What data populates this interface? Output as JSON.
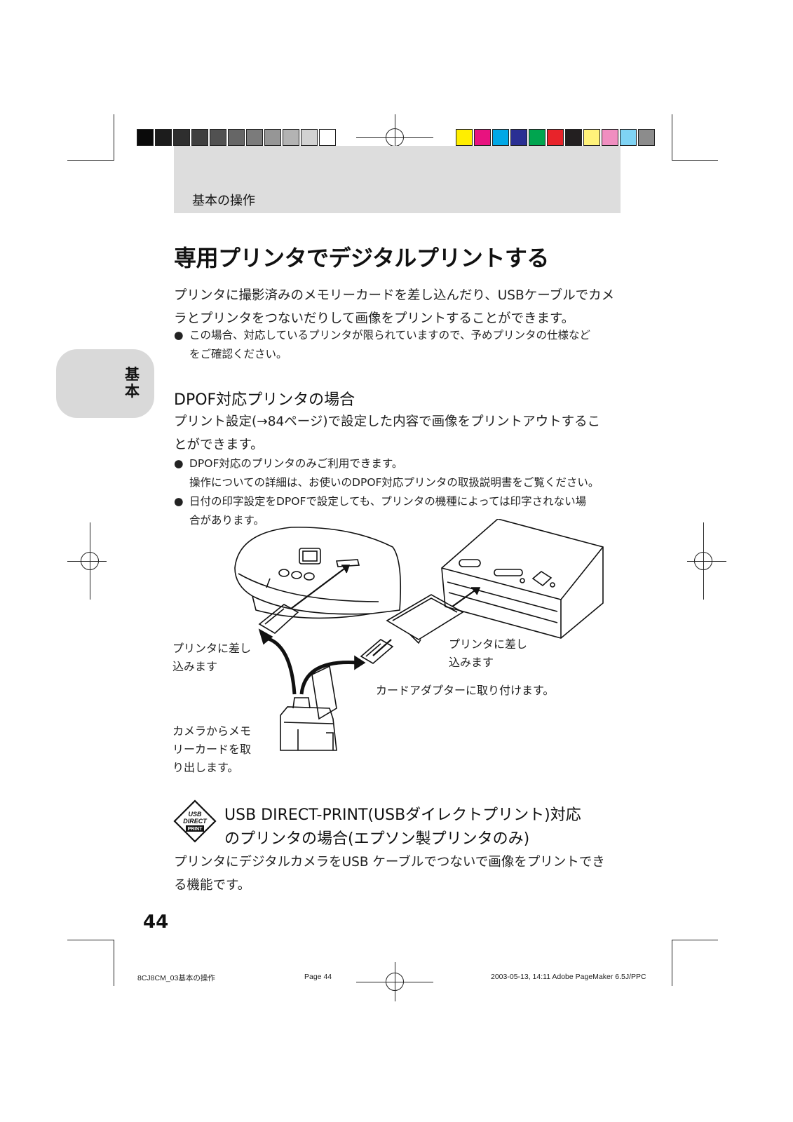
{
  "header": {
    "section_label": "基本の操作"
  },
  "title": "専用プリンタでデジタルプリントする",
  "intro": {
    "line1": "プリンタに撮影済みのメモリーカードを差し込んだり、USBケーブルでカメ",
    "line2": "ラとプリンタをつないだりして画像をプリントすることができます。",
    "note_line1": "この場合、対応しているプリンタが限られていますので、予めプリンタの仕様など",
    "note_line2": "をご確認ください。"
  },
  "side_tab": {
    "label": "基本"
  },
  "bullet": "●",
  "dpof": {
    "heading": "DPOF対応プリンタの場合",
    "body_line1": "プリント設定(→84ページ)で設定した内容で画像をプリントアウトするこ",
    "body_line2": "とができます。",
    "note1_line1": "DPOF対応のプリンタのみご利用できます。",
    "note1_line2": "操作についての詳細は、お使いのDPOF対応プリンタの取扱説明書をご覧ください。",
    "note2_line1": "日付の印字設定をDPOFで設定しても、プリンタの機種によっては印字されない場",
    "note2_line2": "合があります。"
  },
  "illustration": {
    "left_caption_line1": "プリンタに差し",
    "left_caption_line2": "込みます",
    "right_caption_line1": "プリンタに差し",
    "right_caption_line2": "込みます",
    "adapter_caption": "カードアダプターに取り付けます。",
    "camera_caption_line1": "カメラからメモ",
    "camera_caption_line2": "リーカードを取",
    "camera_caption_line3": "り出します。"
  },
  "usb": {
    "logo_line1": "USB",
    "logo_line2": "DIRECT",
    "logo_line3": "PRINT",
    "heading_line1": "USB DIRECT-PRINT(USBダイレクトプリント)対応",
    "heading_line2": "のプリンタの場合(エプソン製プリンタのみ)",
    "body_line1": "プリンタにデジタルカメラをUSB ケーブルでつないで画像をプリントでき",
    "body_line2": "る機能です。"
  },
  "page_number": "44",
  "footer": {
    "file": "8CJ8CM_03基本の操作",
    "page": "Page 44",
    "stamp": "2003-05-13, 14:11   Adobe PageMaker 6.5J/PPC"
  },
  "colors": {
    "gray_bars": [
      "#0a0a0a",
      "#1c1c1c",
      "#2e2e2e",
      "#3f3f3f",
      "#515151",
      "#666666",
      "#7b7b7b",
      "#969696",
      "#b3b3b3",
      "#d2d2d2",
      "#ffffff"
    ],
    "color_bars": [
      "#ffee00",
      "#e8127f",
      "#00a8e6",
      "#2a2f93",
      "#00a54f",
      "#e8232a",
      "#231f20",
      "#fff27a",
      "#f08ec0",
      "#7fd3f4",
      "#8c8c8c"
    ],
    "band": "#dddddd",
    "tab": "#d9d9d9"
  }
}
